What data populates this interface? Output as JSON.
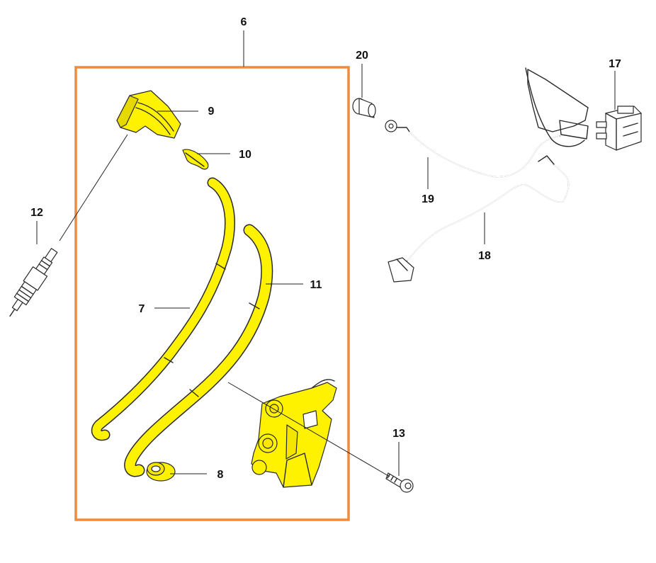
{
  "colors": {
    "highlight_frame": "#f08a3c",
    "part_fill": "#fff200",
    "part_stroke": "#2a2a2a",
    "line": "#222222",
    "background": "#ffffff"
  },
  "callouts": {
    "c6": "6",
    "c7": "7",
    "c8": "8",
    "c9": "9",
    "c10": "10",
    "c11": "11",
    "c12": "12",
    "c13": "13",
    "c17": "17",
    "c18": "18",
    "c19": "19",
    "c20": "20"
  },
  "parts": [
    {
      "ref": "6",
      "icon": "highlight-frame",
      "highlighted": true
    },
    {
      "ref": "7",
      "icon": "ignition-lead",
      "highlighted": true
    },
    {
      "ref": "8",
      "icon": "grommet",
      "highlighted": true
    },
    {
      "ref": "9",
      "icon": "spark-plug-cap",
      "highlighted": true
    },
    {
      "ref": "10",
      "icon": "cap-spring-clip",
      "highlighted": true
    },
    {
      "ref": "11",
      "icon": "ignition-lead",
      "highlighted": true
    },
    {
      "ref": "12",
      "icon": "spark-plug",
      "highlighted": false
    },
    {
      "ref": "13",
      "icon": "screw",
      "highlighted": false
    },
    {
      "ref": "17",
      "icon": "switch",
      "highlighted": false
    },
    {
      "ref": "18",
      "icon": "wire",
      "highlighted": false
    },
    {
      "ref": "19",
      "icon": "wire",
      "highlighted": false
    },
    {
      "ref": "20",
      "icon": "plug",
      "highlighted": false
    }
  ]
}
